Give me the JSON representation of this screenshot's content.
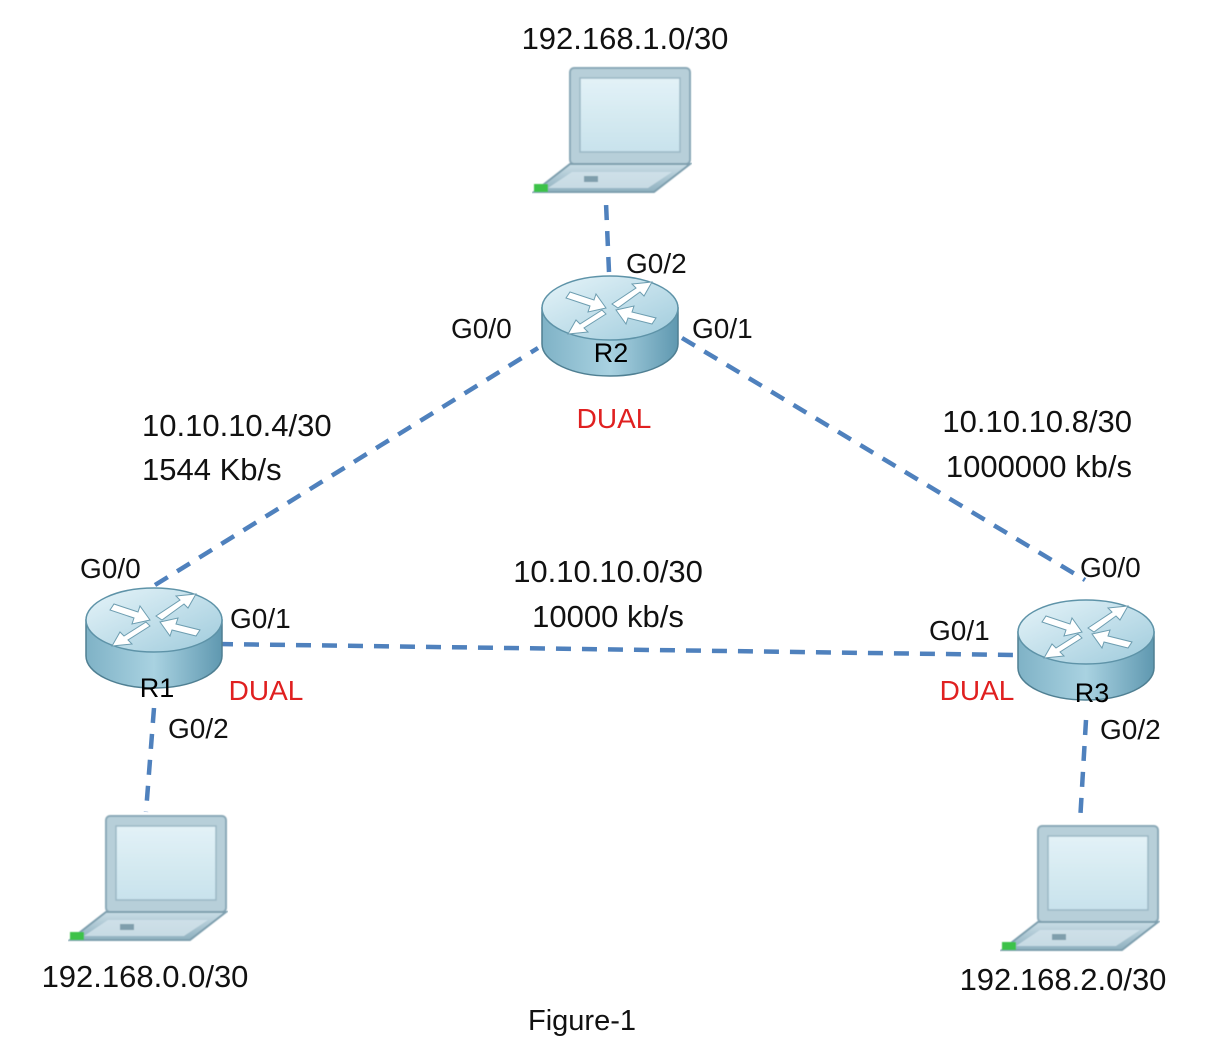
{
  "colors": {
    "link": "#4f81bd",
    "dual": "#e02020",
    "router_body_light": "#c7e3ee",
    "router_body_dark": "#6fa9c1",
    "laptop_frame": "#a9c3cf",
    "laptop_screen": "#d6ecf3"
  },
  "caption": "Figure-1",
  "routers": {
    "r1": {
      "name": "R1",
      "protocol": "DUAL",
      "ports": {
        "g00": "G0/0",
        "g01": "G0/1",
        "g02": "G0/2"
      }
    },
    "r2": {
      "name": "R2",
      "protocol": "DUAL",
      "ports": {
        "g00": "G0/0",
        "g01": "G0/1",
        "g02": "G0/2"
      }
    },
    "r3": {
      "name": "R3",
      "protocol": "DUAL",
      "ports": {
        "g00": "G0/0",
        "g01": "G0/1",
        "g02": "G0/2"
      }
    }
  },
  "links": {
    "r1_r2": {
      "network": "10.10.10.4/30",
      "bandwidth": "1544 Kb/s"
    },
    "r2_r3": {
      "network": "10.10.10.8/30",
      "bandwidth": "1000000 kb/s"
    },
    "r1_r3": {
      "network": "10.10.10.0/30",
      "bandwidth": "10000 kb/s"
    }
  },
  "lans": {
    "top": {
      "network": "192.168.1.0/30"
    },
    "left": {
      "network": "192.168.0.0/30"
    },
    "right": {
      "network": "192.168.2.0/30"
    }
  },
  "icons": {
    "router": "router-icon",
    "laptop": "laptop-icon"
  }
}
